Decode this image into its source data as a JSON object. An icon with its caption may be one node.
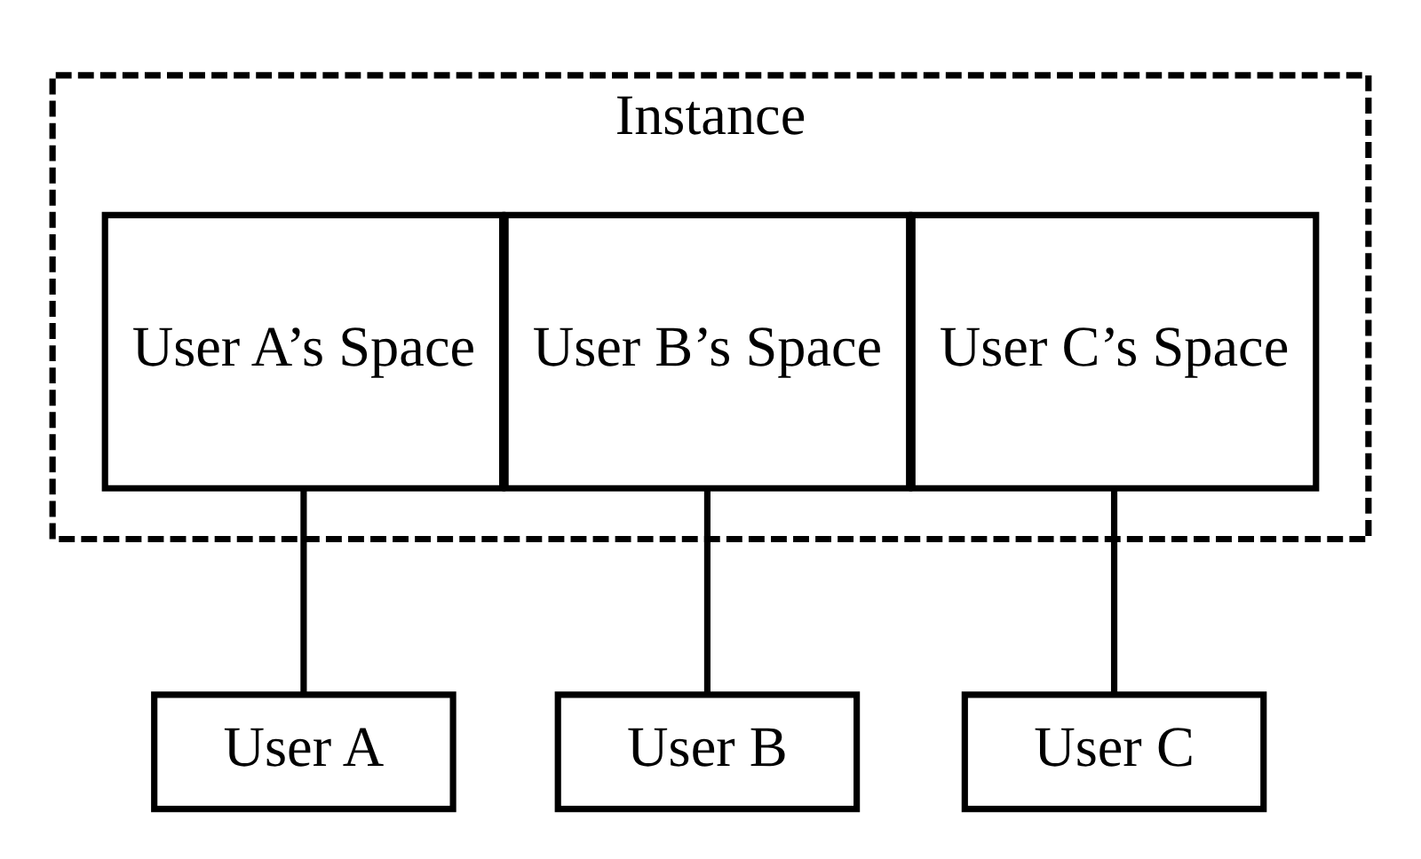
{
  "diagram": {
    "nodes": [
      {
        "text": [
          "Instance"
        ]
      },
      {
        "text": [
          "User A’s Space"
        ],
        "in": 0
      },
      {
        "text": [
          "User B’s Space"
        ],
        "in": 0
      },
      {
        "text": [
          "User C’s Space"
        ],
        "in": 0
      },
      {
        "text": [
          "User A"
        ]
      },
      {
        "text": [
          "User B"
        ]
      },
      {
        "text": [
          "User C"
        ]
      }
    ],
    "edges": [
      {
        "from": 1,
        "to": 4,
        "arrow": "none"
      },
      {
        "from": 2,
        "to": 5,
        "arrow": "none"
      },
      {
        "from": 3,
        "to": 6,
        "arrow": "none"
      }
    ]
  }
}
